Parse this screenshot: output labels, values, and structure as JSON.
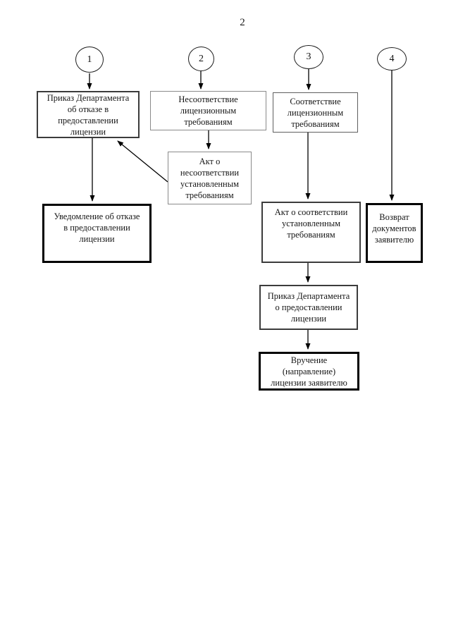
{
  "page": {
    "number": "2"
  },
  "colors": {
    "background": "#ffffff",
    "ink": "#161616",
    "thin_border": "#8a8a8a",
    "thick_border": "#000000"
  },
  "diagram": {
    "entry_points": [
      {
        "label": "1"
      },
      {
        "label": "2"
      },
      {
        "label": "3"
      },
      {
        "label": "4"
      }
    ],
    "nodes": [
      {
        "id": "order-refuse-license",
        "label": "Приказ Департамента\nоб отказе в\nпредоставлении\nлицензии"
      },
      {
        "id": "noncompliance",
        "label": "Несоответствие\nлицензионным\nтребованиям"
      },
      {
        "id": "compliance",
        "label": "Соответствие\nлицензионным\nтребованиям"
      },
      {
        "id": "act-noncompliance",
        "label": "Акт о\nнесоответствии\nустановленным\nтребованиям"
      },
      {
        "id": "refusal-notice",
        "label": "Уведомление об отказе\nв предоставлении\nлицензии"
      },
      {
        "id": "act-compliance",
        "label": "Акт о соответствии\nустановленным\nтребованиям"
      },
      {
        "id": "documents-return",
        "label": "Возврат\nдокументов\nзаявителю"
      },
      {
        "id": "order-grant-license",
        "label": "Приказ Департамента\nо предоставлении\nлицензии"
      },
      {
        "id": "license-delivery",
        "label": "Вручение\n(направление)\nлицензии заявителю"
      }
    ]
  }
}
